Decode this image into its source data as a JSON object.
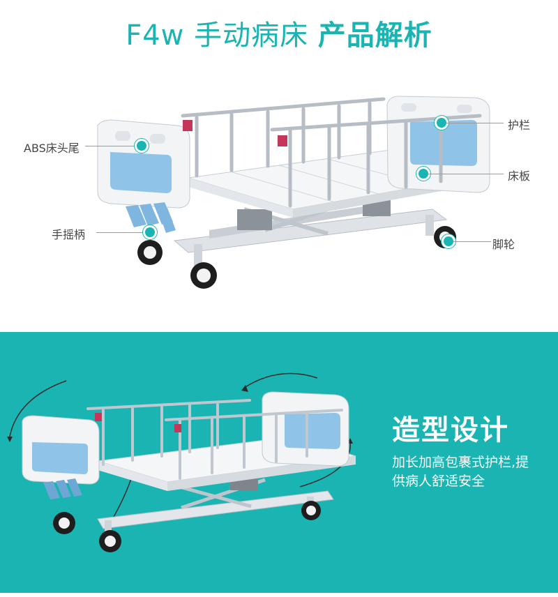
{
  "header": {
    "title_model": "F4w 手动病床",
    "title_emphasis": "产品解析"
  },
  "callouts": {
    "headboard": "ABS床头尾",
    "crank": "手摇柄",
    "siderail": "护栏",
    "bedboard": "床板",
    "caster": "脚轮"
  },
  "feature": {
    "title": "造型设计",
    "description": "加长加高包裹式护栏,提供病人舒适安全"
  },
  "colors": {
    "accent": "#1ab5b3",
    "panel_blue": "#8fc3e8",
    "frame_gray": "#d9dde2"
  }
}
